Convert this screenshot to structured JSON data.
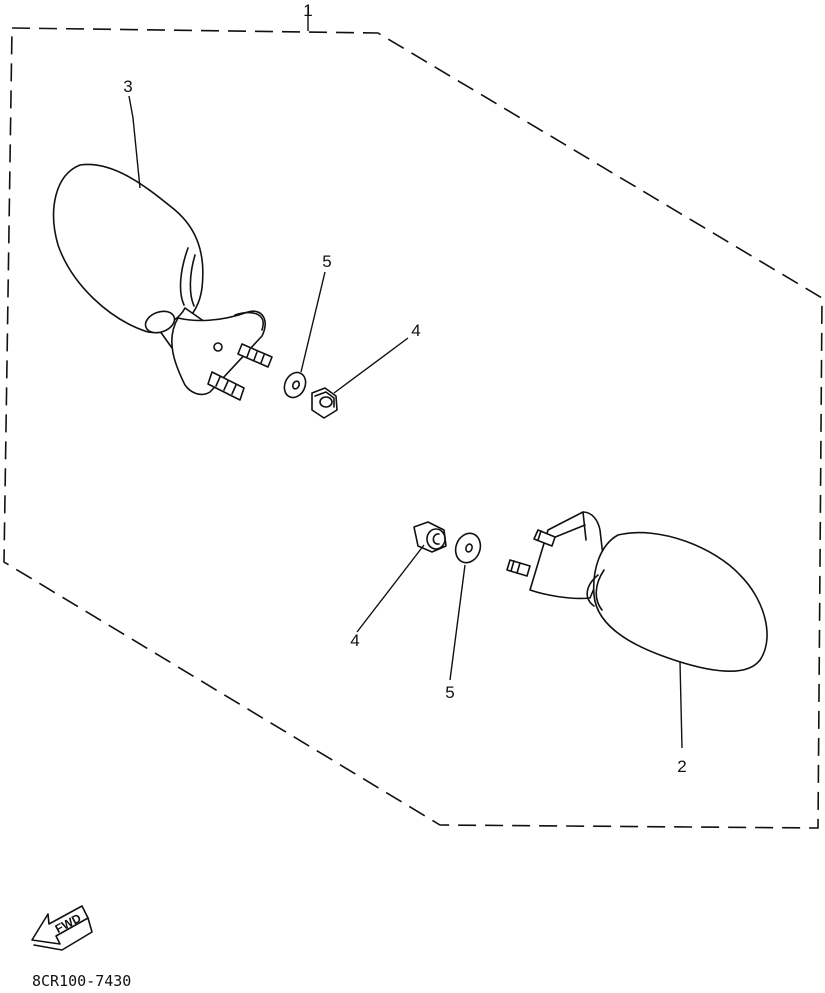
{
  "callouts": {
    "assembly": "1",
    "right_mirror": "2",
    "left_mirror": "3",
    "nut_top": "4",
    "nut_bottom": "4",
    "washer_top": "5",
    "washer_bottom": "5"
  },
  "fwd_label": "FWD",
  "drawing_code": "8CR100-7430"
}
